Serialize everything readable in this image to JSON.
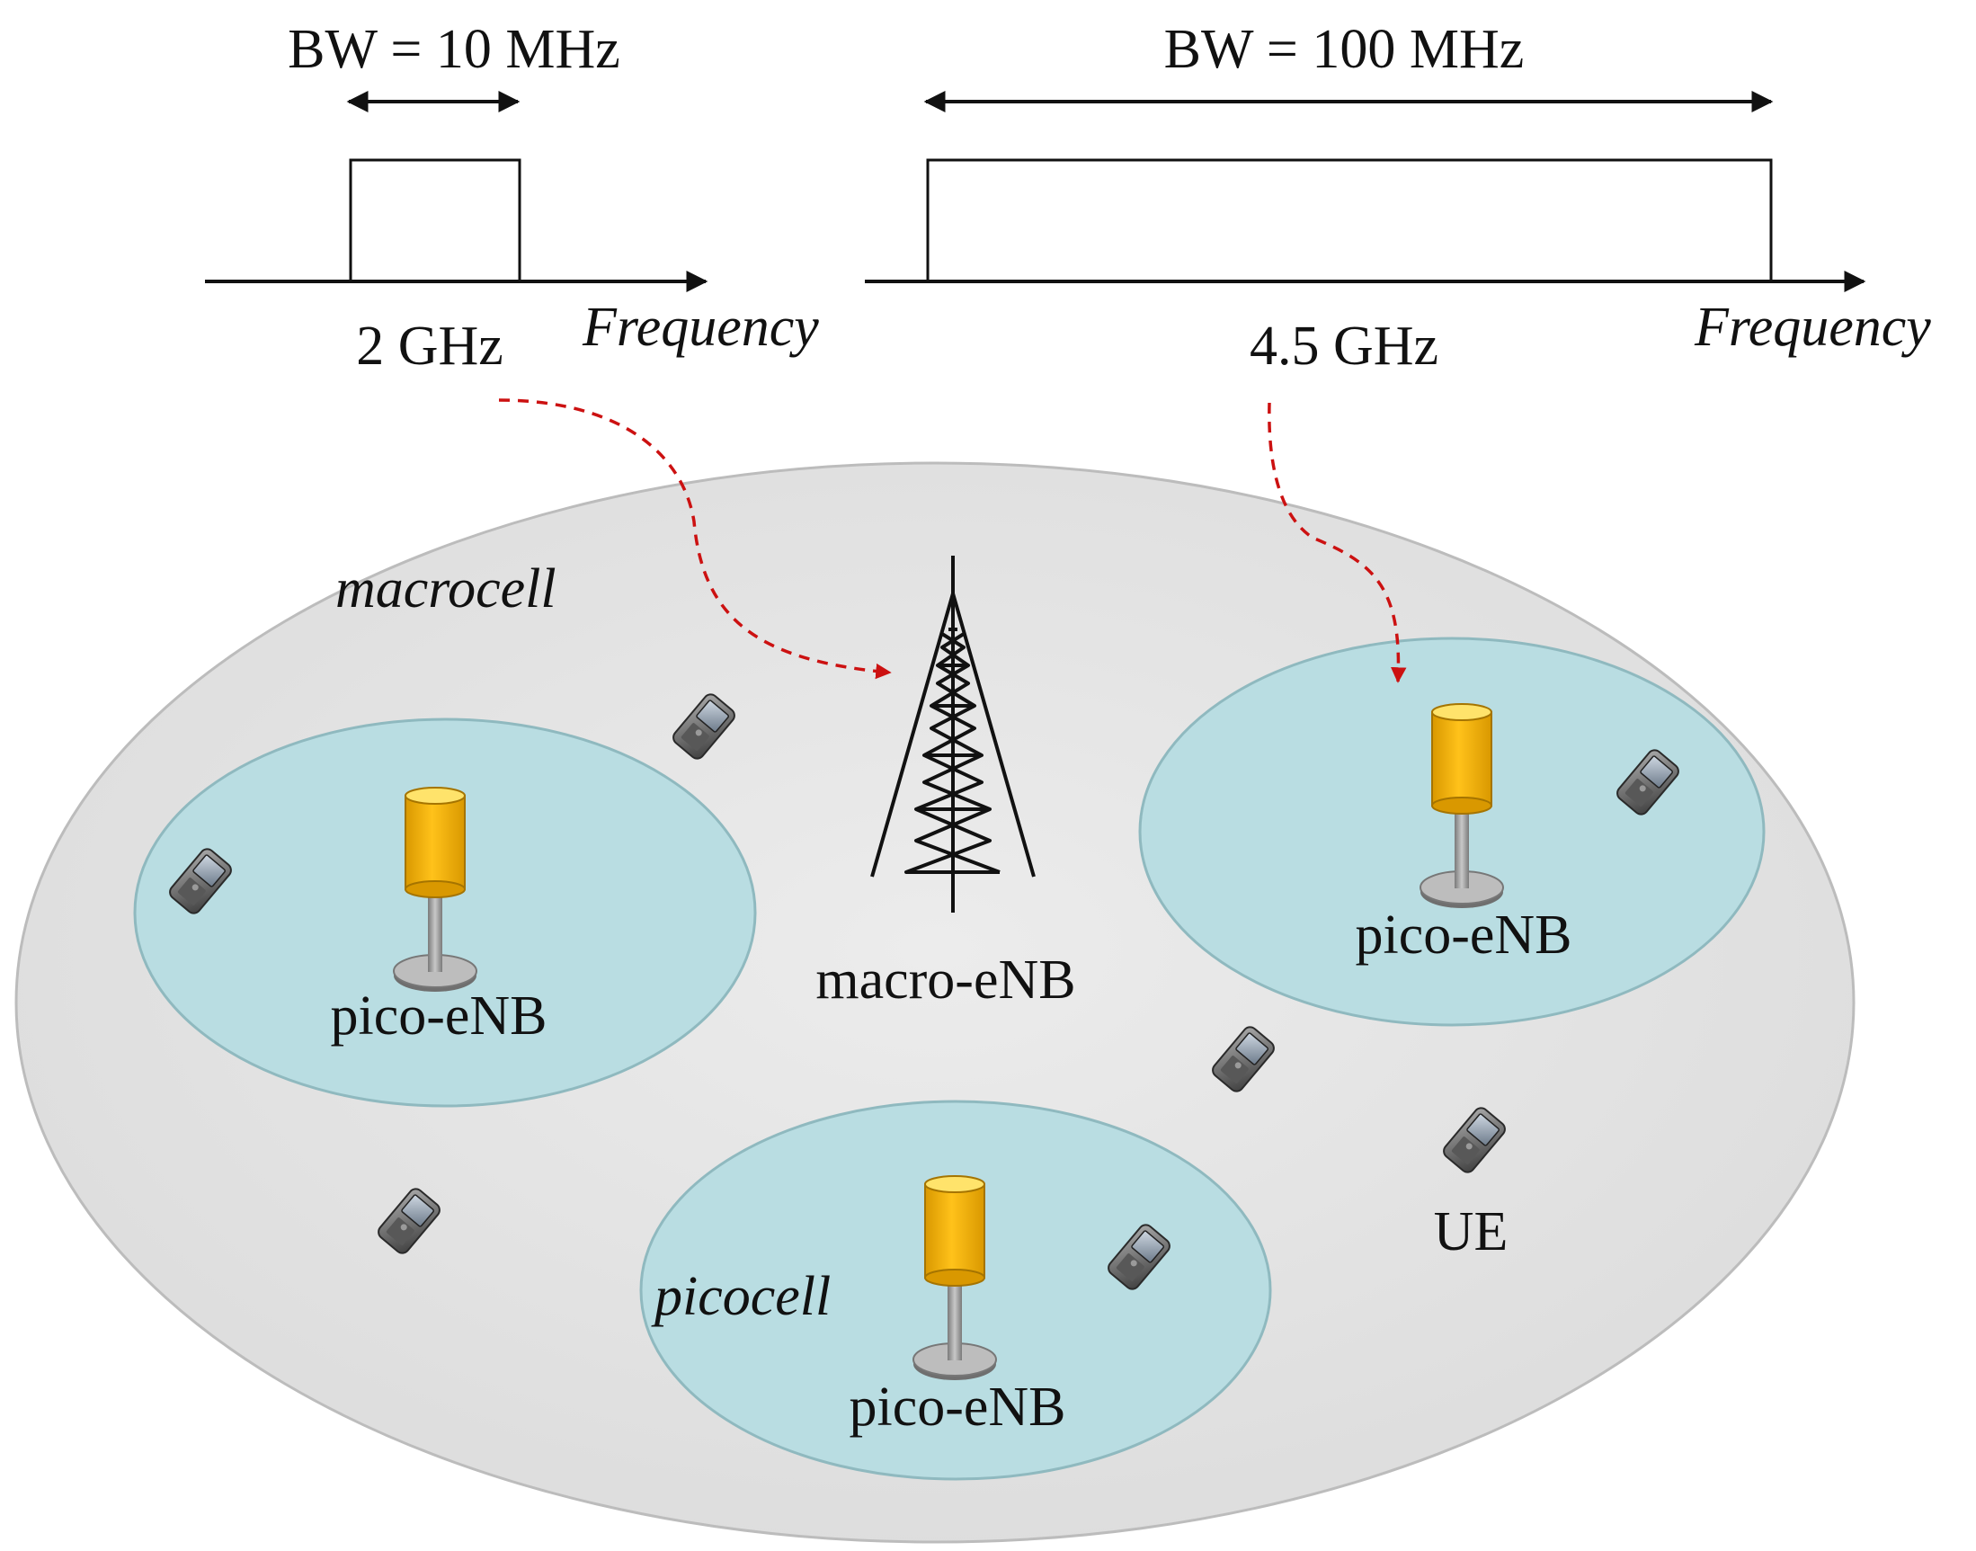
{
  "spectrum": {
    "left": {
      "bandwidth_label": "BW = 10 MHz",
      "carrier_label": "2 GHz",
      "axis_label": "Frequency"
    },
    "right": {
      "bandwidth_label": "BW = 100 MHz",
      "carrier_label": "4.5 GHz",
      "axis_label": "Frequency"
    }
  },
  "network": {
    "macrocell_label": "macrocell",
    "picocell_label": "picocell",
    "macro_enb_label": "macro-eNB",
    "pico_enb_left_label": "pico-eNB",
    "pico_enb_right_label": "pico-eNB",
    "pico_enb_bottom_label": "pico-eNB",
    "ue_label": "UE"
  },
  "colors": {
    "macrocell_fill": "#e6e6e6",
    "picocell_fill": "#b9dde2",
    "antenna_yellow": "#f5b400",
    "arrow_red": "#cc1111"
  },
  "icons": [
    "cell-tower-icon",
    "pico-antenna-icon",
    "mobile-phone-icon"
  ]
}
